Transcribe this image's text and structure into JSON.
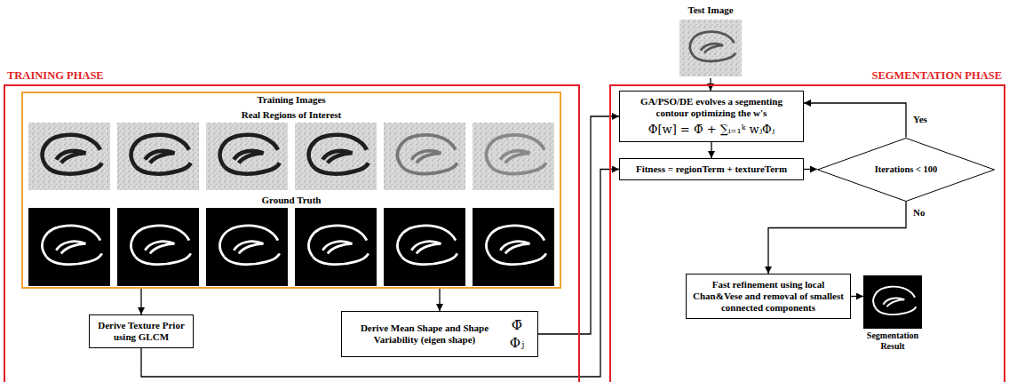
{
  "diagram": {
    "nodes": [
      {
        "text": [
          "TRAINING PHASE"
        ]
      },
      {
        "text": [
          "Training Images",
          "Real Regions of Interest",
          "Ground Truth"
        ],
        "in": 0
      },
      {
        "text": [
          "Derive Texture Prior using GLCM"
        ],
        "in": 0
      },
      {
        "text": [
          "Derive Mean Shape and Shape Variability (eigen shape)",
          "Φ̄",
          "Φⱼ"
        ],
        "in": 0
      },
      {
        "text": [
          "Test Image"
        ]
      },
      {
        "text": [
          "SEGMENTATION PHASE"
        ]
      },
      {
        "text": [
          "GA/PSO/DE evolves a segmenting contour optimizing the w's",
          "Φ[w] = Φ̄ + ∑ᵢ₌₁ᵏ wⱼΦⱼ"
        ],
        "in": 5
      },
      {
        "text": [
          "Fitness = regionTerm + textureTerm"
        ],
        "in": 5
      },
      {
        "text": [
          "Iterations < 100"
        ],
        "in": 5
      },
      {
        "text": [
          "Fast refinement using local Chan&Vese and removal of smallest connected components"
        ],
        "in": 5
      },
      {
        "text": [
          "Segmentation Result"
        ],
        "in": 5
      }
    ],
    "edges": [
      {
        "from": 1,
        "to": 2,
        "arrow": "to"
      },
      {
        "from": 1,
        "to": 3,
        "arrow": "to"
      },
      {
        "from": 3,
        "to": 6,
        "arrow": "to"
      },
      {
        "from": 2,
        "to": 7,
        "arrow": "to"
      },
      {
        "from": 4,
        "to": 6,
        "arrow": "to"
      },
      {
        "from": 6,
        "to": 7,
        "arrow": "to"
      },
      {
        "from": 7,
        "to": 8,
        "arrow": "to"
      },
      {
        "from": 8,
        "to": 6,
        "label": "Yes",
        "arrow": "to"
      },
      {
        "from": 8,
        "to": 9,
        "label": "No",
        "arrow": "to"
      },
      {
        "from": 9,
        "to": 10,
        "arrow": "to"
      }
    ]
  }
}
